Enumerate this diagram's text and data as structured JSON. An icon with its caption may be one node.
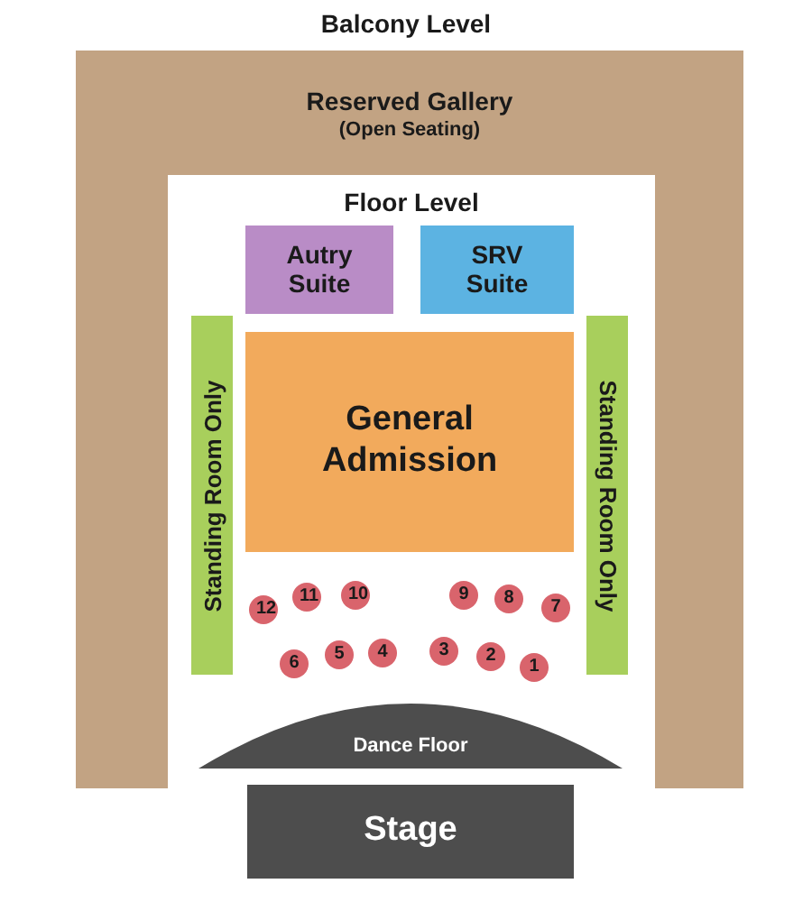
{
  "diagram": {
    "nodes": [
      {
        "text": [
          "Reserved Gallery",
          "(Open Seating)"
        ]
      },
      {
        "text": [
          "Floor Level"
        ],
        "in": 0
      },
      {
        "text": [
          "Autry Suite"
        ],
        "in": 1
      },
      {
        "text": [
          "SRV Suite"
        ],
        "in": 1
      },
      {
        "text": [
          "Standing Room Only"
        ],
        "in": 1
      },
      {
        "text": [
          "General Admission"
        ],
        "in": 1
      },
      {
        "text": [
          "Standing Room Only"
        ],
        "in": 1
      },
      {
        "text": [
          "12"
        ],
        "in": 1
      },
      {
        "text": [
          "11"
        ],
        "in": 1
      },
      {
        "text": [
          "10"
        ],
        "in": 1
      },
      {
        "text": [
          "9"
        ],
        "in": 1
      },
      {
        "text": [
          "8"
        ],
        "in": 1
      },
      {
        "text": [
          "7"
        ],
        "in": 1
      },
      {
        "text": [
          "6"
        ],
        "in": 1
      },
      {
        "text": [
          "5"
        ],
        "in": 1
      },
      {
        "text": [
          "4"
        ],
        "in": 1
      },
      {
        "text": [
          "3"
        ],
        "in": 1
      },
      {
        "text": [
          "2"
        ],
        "in": 1
      },
      {
        "text": [
          "1"
        ],
        "in": 1
      },
      {
        "text": [
          "Dance Floor"
        ],
        "in": 1
      },
      {
        "text": [
          "Stage"
        ]
      }
    ],
    "labels": [
      "Balcony Level"
    ]
  }
}
